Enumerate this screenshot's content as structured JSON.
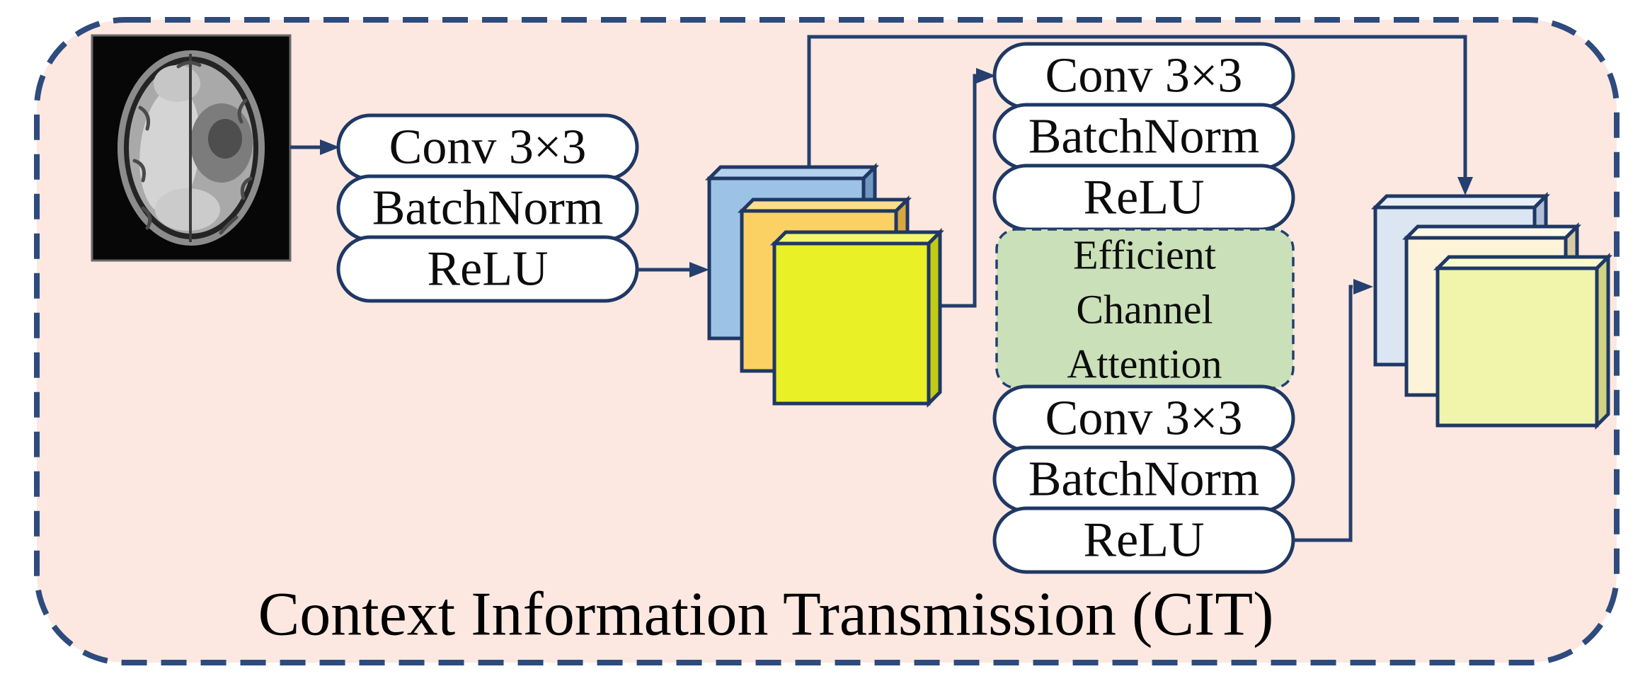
{
  "caption": "Context Information Transmission (CIT)",
  "input_figure": {
    "name": "brain-mri-axial-slice"
  },
  "blocks": {
    "conv1": {
      "items": [
        "Conv 3×3",
        "BatchNorm",
        "ReLU"
      ]
    },
    "conv2_top": {
      "items": [
        "Conv 3×3",
        "BatchNorm",
        "ReLU"
      ]
    },
    "eca": {
      "lines": [
        "Efficient",
        "Channel",
        "Attention"
      ]
    },
    "conv2_bottom": {
      "items": [
        "Conv 3×3",
        "BatchNorm",
        "ReLU"
      ]
    }
  },
  "colors": {
    "panel_pink": "#fce8e0",
    "pill_white": "#ffffff",
    "eca_green": "#c9e0b8",
    "outline_navy": "#1f3864",
    "line_navy": "#253f6e",
    "border_navy": "#2e4b7d",
    "stack1": {
      "blue": "#9cc3e6",
      "blue_top": "#b4d2ee",
      "blue_side": "#7097c2",
      "orange": "#fcd163",
      "orange_top": "#fddf8b",
      "orange_side": "#d8a73d",
      "yellow": "#e9f026",
      "yellow_top": "#f3f768",
      "yellow_side": "#bfcc12"
    },
    "stack2": {
      "blue": "#dbe6f2",
      "blue_top": "#e9eff7",
      "blue_side": "#aebfd7",
      "cream": "#fdf3d9",
      "cream_top": "#fff9ea",
      "cream_side": "#d8cba4",
      "yellow": "#f1f4ab",
      "yellow_top": "#f8facc",
      "yellow_side": "#cfd381"
    }
  }
}
